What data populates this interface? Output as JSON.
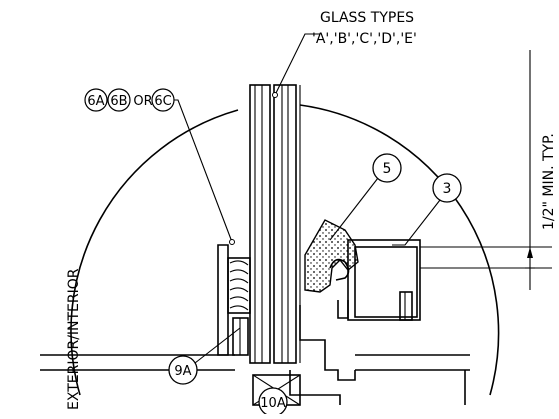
{
  "drawing": {
    "title_line1": "GLASS TYPES",
    "title_line2": "'A','B','C','D','E'",
    "label_6": {
      "a": "6A",
      "b": "6B",
      "or": "OR",
      "c": "6C"
    },
    "callout_5": "5",
    "callout_3": "3",
    "callout_9a": "9A",
    "callout_10a": "10A",
    "side_label": "EXTERIOR/INTERIOR",
    "dimension_label": "1/2\" MIN. TYP."
  }
}
